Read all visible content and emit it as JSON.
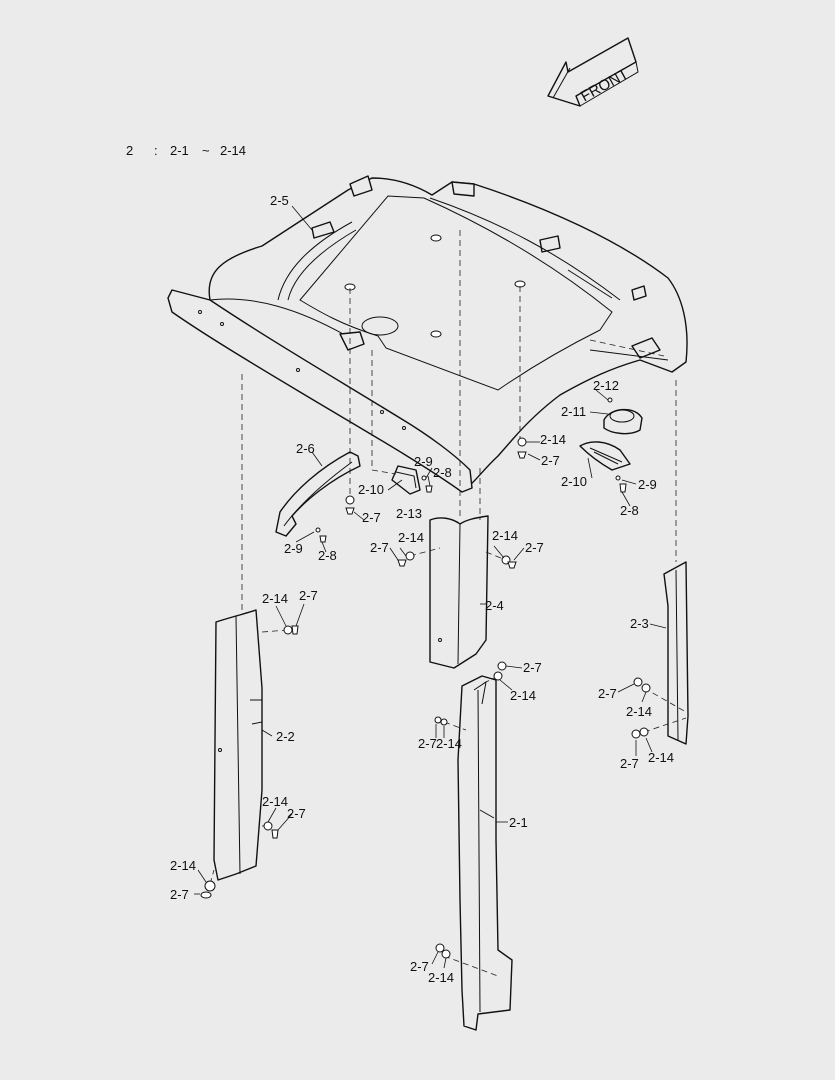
{
  "header": {
    "group": "2",
    "sep": ":",
    "range_start": "2-1",
    "tilde": "~",
    "range_end": "2-14"
  },
  "front_arrow": {
    "label": "FRONT"
  },
  "callouts": {
    "p2_1": "2-1",
    "p2_2": "2-2",
    "p2_3": "2-3",
    "p2_4": "2-4",
    "p2_5": "2-5",
    "p2_6": "2-6",
    "p2_7": "2-7",
    "p2_8": "2-8",
    "p2_9": "2-9",
    "p2_10": "2-10",
    "p2_11": "2-11",
    "p2_12": "2-12",
    "p2_13": "2-13",
    "p2_14": "2-14"
  }
}
